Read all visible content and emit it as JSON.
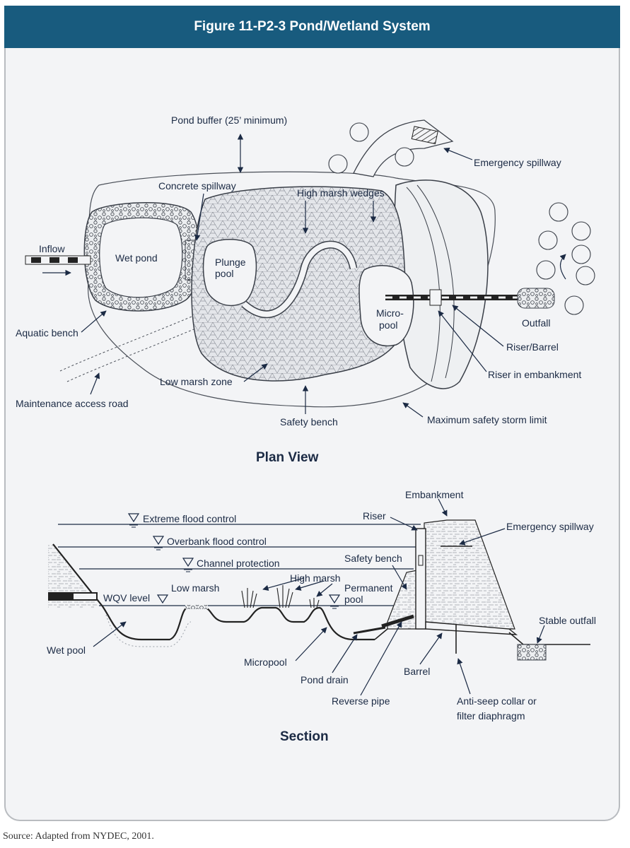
{
  "header": {
    "title": "Figure 11-P2-3  Pond/Wetland System"
  },
  "source": "Source: Adapted from NYDEC, 2001.",
  "plan": {
    "title": "Plan View",
    "labels": {
      "pond_buffer": "Pond buffer (25’ minimum)",
      "emergency_spillway": "Emergency spillway",
      "concrete_spillway": "Concrete spillway",
      "high_marsh_wedges": "High marsh wedges",
      "inflow": "Inflow",
      "wet_pond": "Wet pond",
      "plunge": "Plunge",
      "pool": "pool",
      "micro": "Micro-",
      "micropool_pool": "pool",
      "outfall": "Outfall",
      "aquatic_bench": "Aquatic bench",
      "riser_barrel": "Riser/Barrel",
      "riser_embankment": "Riser in embankment",
      "low_marsh_zone": "Low marsh zone",
      "maintenance_road": "Maintenance access road",
      "safety_bench": "Safety bench",
      "max_storm": "Maximum safety storm limit"
    }
  },
  "section": {
    "title": "Section",
    "labels": {
      "embankment": "Embankment",
      "riser": "Riser",
      "extreme_flood": "Extreme flood control",
      "emergency_spillway": "Emergency spillway",
      "overbank_flood": "Overbank flood control",
      "safety_bench": "Safety bench",
      "channel_protection": "Channel protection",
      "high_marsh": "High marsh",
      "low_marsh": "Low marsh",
      "permanent": "Permanent",
      "pool": "pool",
      "wqv_level": "WQV level",
      "stable_outfall": "Stable outfall",
      "wet_pool": "Wet pool",
      "micropool": "Micropool",
      "barrel": "Barrel",
      "pond_drain": "Pond drain",
      "reverse_pipe": "Reverse pipe",
      "anti_seep_1": "Anti-seep collar or",
      "anti_seep_2": "filter diaphragm"
    }
  }
}
